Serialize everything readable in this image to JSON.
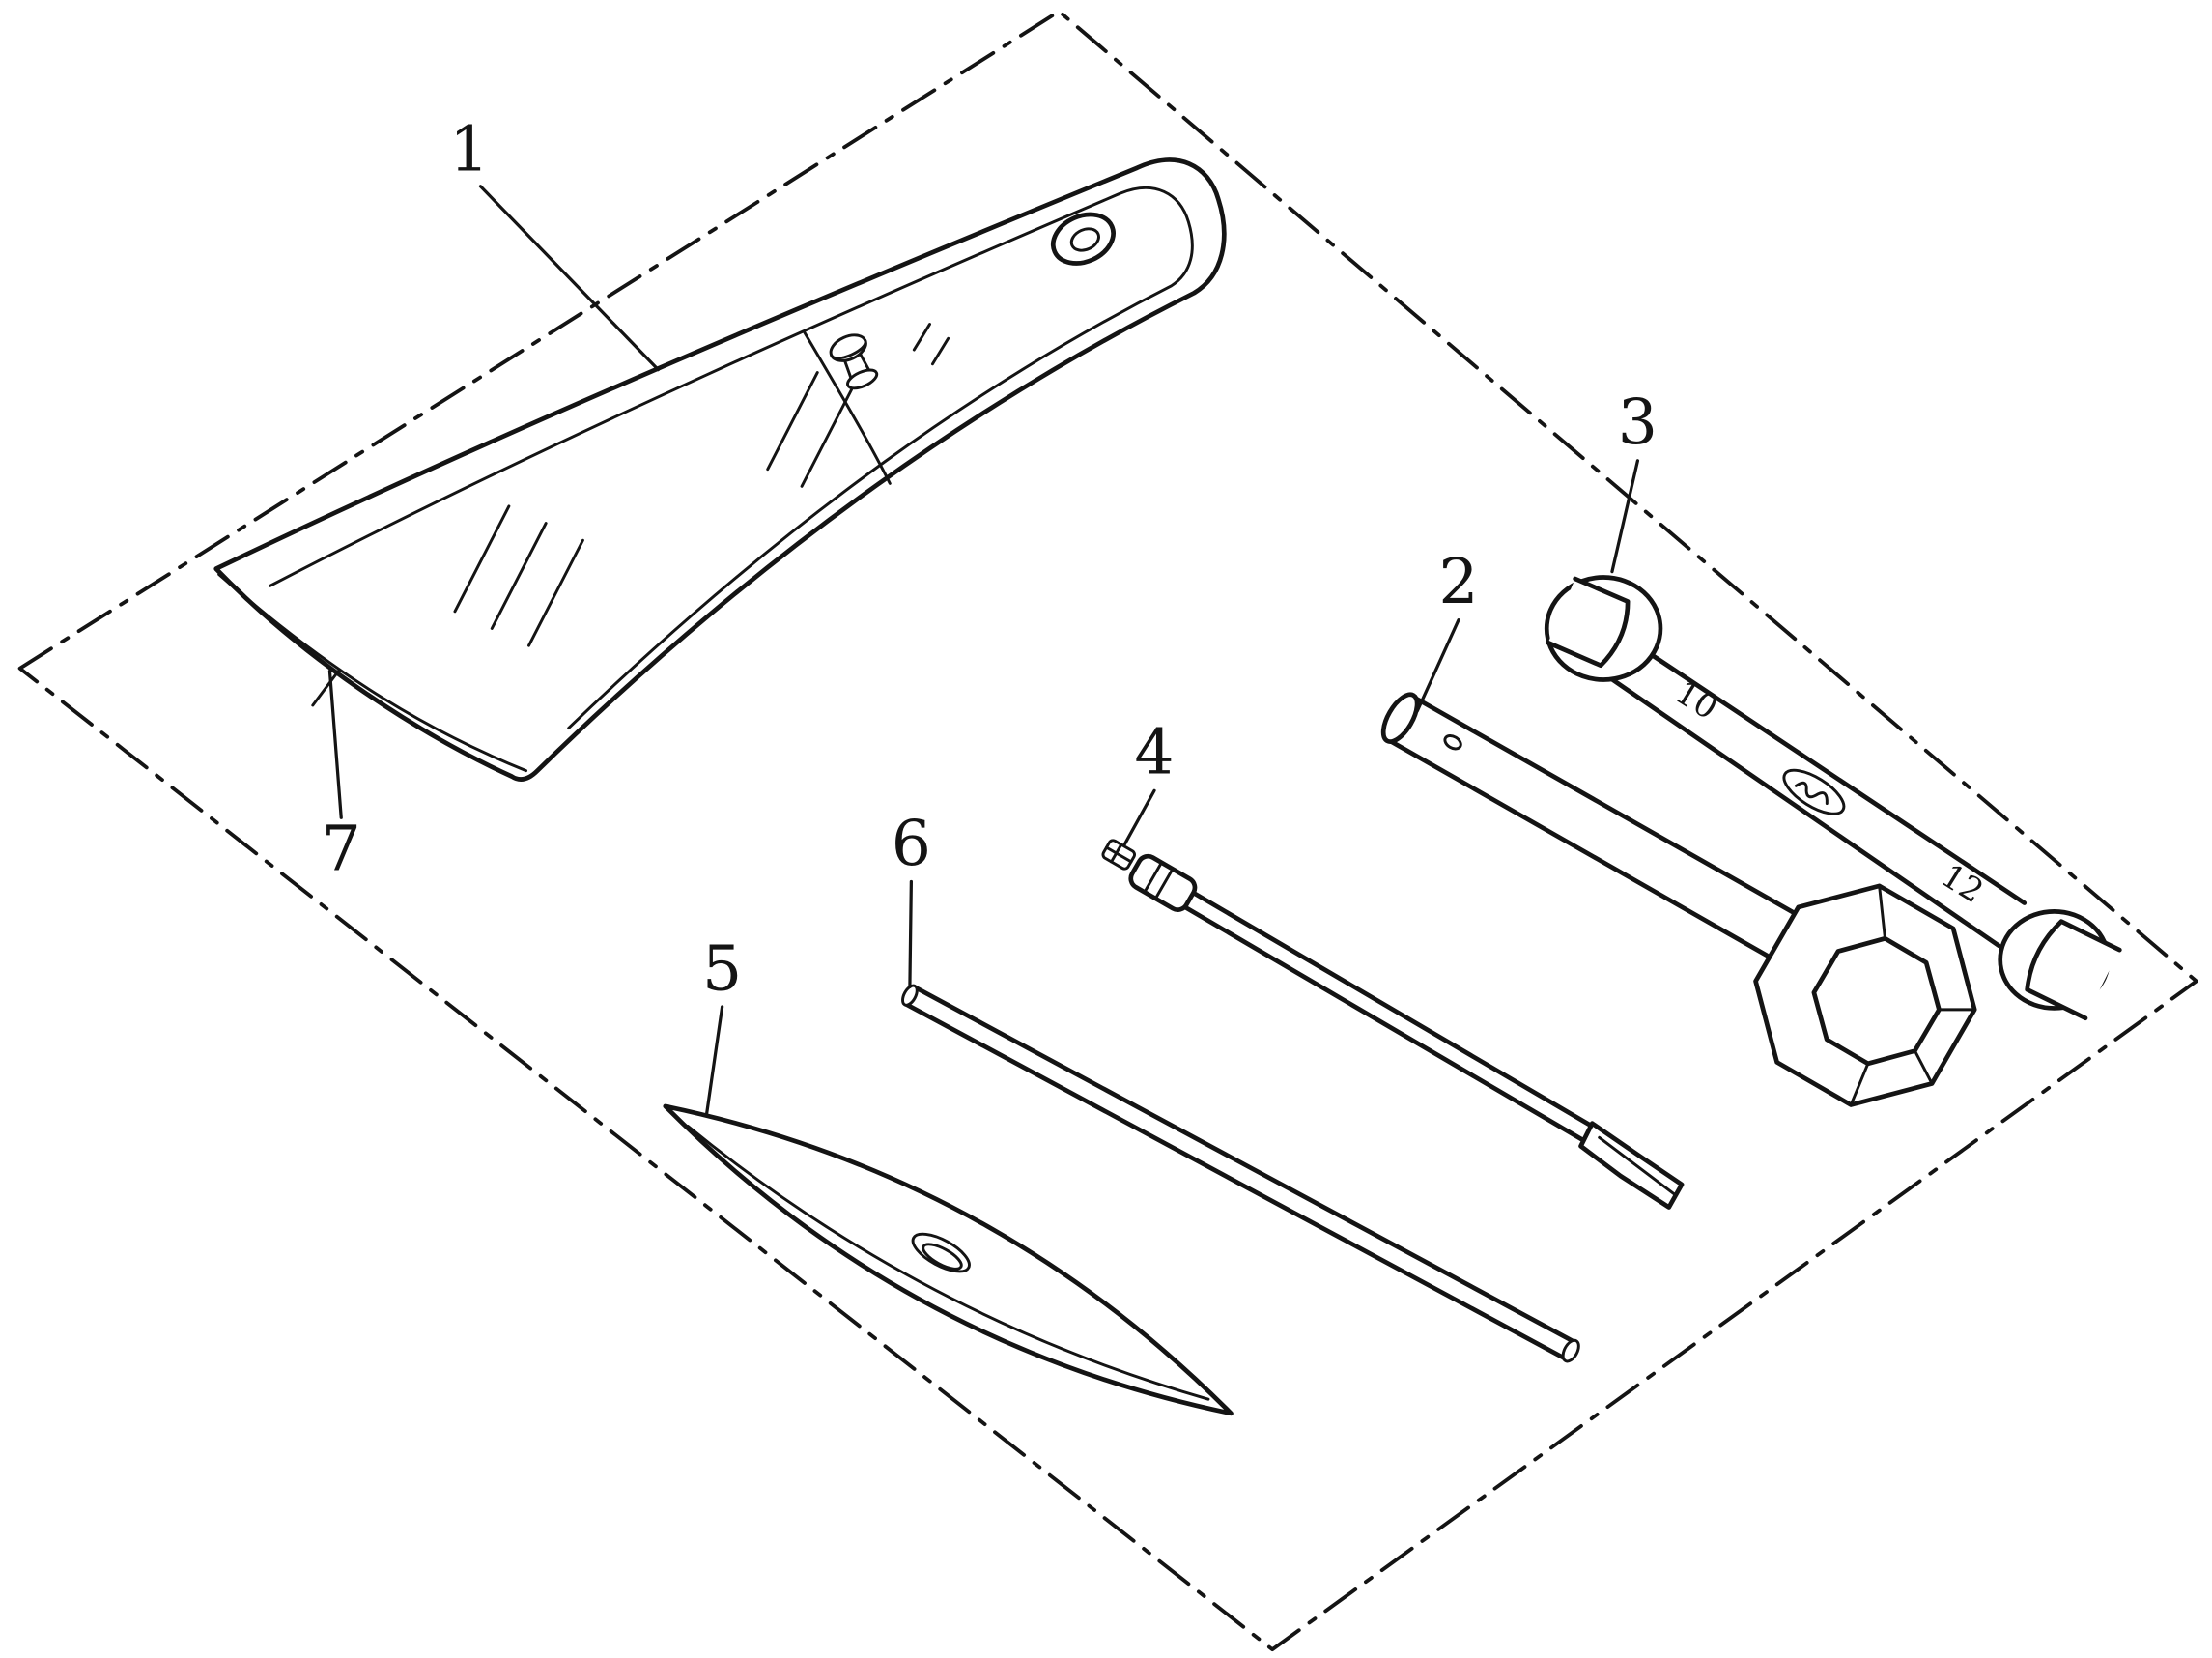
{
  "colors": {
    "ink": "#141414",
    "background": "#ffffff"
  },
  "callouts": [
    "1",
    "2",
    "3",
    "4",
    "5",
    "6",
    "7"
  ],
  "wrench": {
    "size_small": "10",
    "size_large": "12"
  }
}
